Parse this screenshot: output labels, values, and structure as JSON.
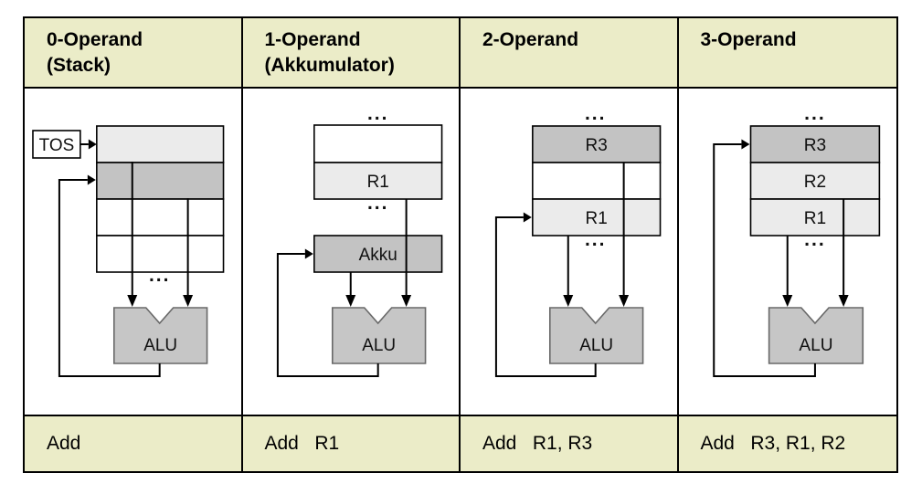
{
  "columns": [
    {
      "header": "0-Operand\n(Stack)",
      "instruction": "Add"
    },
    {
      "header": "1-Operand\n(Akkumulator)",
      "instruction": "Add   R1"
    },
    {
      "header": "2-Operand",
      "instruction": "Add   R1, R3"
    },
    {
      "header": "3-Operand",
      "instruction": "Add   R3, R1, R2"
    }
  ],
  "labels": {
    "tos": "TOS",
    "akku": "Akku",
    "alu": "ALU",
    "r1": "R1",
    "r2": "R2",
    "r3": "R3",
    "dots": "..."
  },
  "colors": {
    "header_bg": "#ebecc8",
    "cell_light": "#ebebeb",
    "cell_gray": "#c3c3c3",
    "alu_fill": "#c6c6c6",
    "line": "#000000"
  }
}
